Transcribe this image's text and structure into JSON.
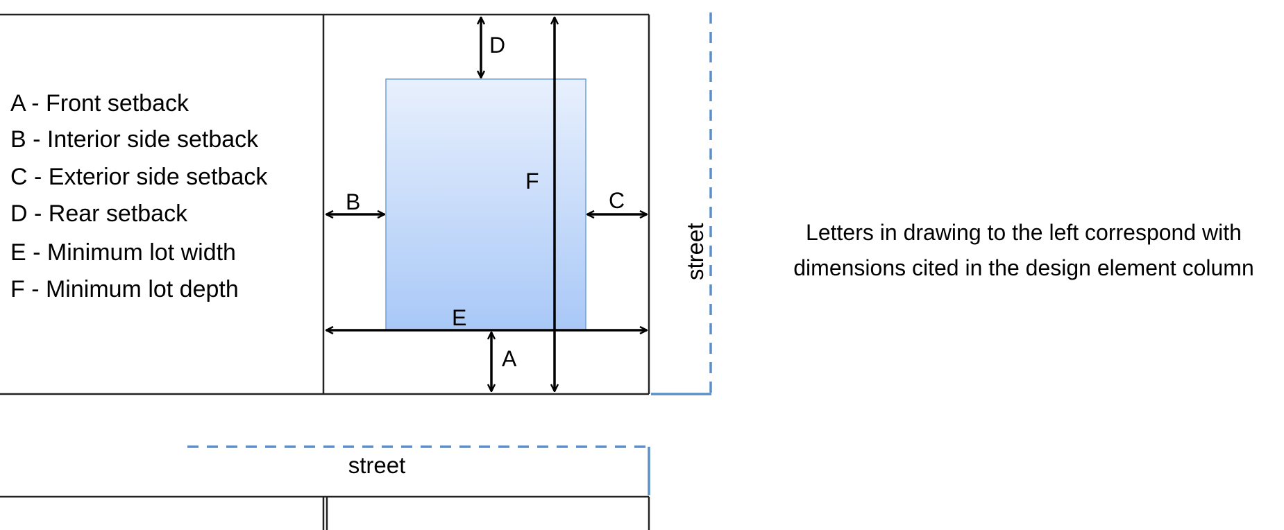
{
  "legend": [
    "A - Front setback",
    "B - Interior side setback",
    "C - Exterior side setback",
    "D - Rear setback",
    "E - Minimum lot width",
    "F - Minimum lot depth"
  ],
  "dimension_letters": {
    "A": "A",
    "B": "B",
    "C": "C",
    "D": "D",
    "E": "E",
    "F": "F"
  },
  "street_labels": {
    "side": "street",
    "front": "street"
  },
  "note": "Letters in drawing to the left correspond with dimensions cited in the design element column",
  "colors": {
    "building_top": "#e8f0fd",
    "building_bottom": "#a9c8f7",
    "building_border": "#6fa0d8",
    "street_line": "#5b8fc9",
    "lines": "#000000"
  }
}
